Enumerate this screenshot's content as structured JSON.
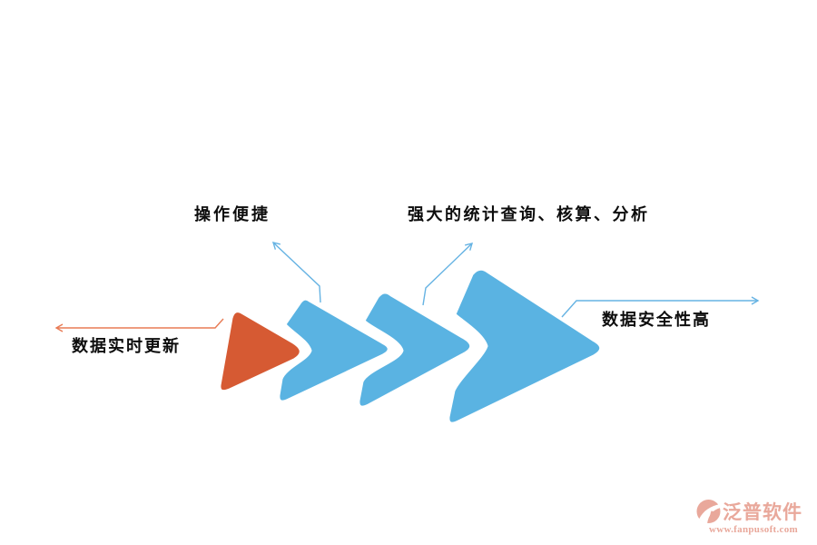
{
  "diagram": {
    "type": "chevron-process",
    "direction": "right",
    "items": [
      {
        "label": "数据实时更新",
        "shape": "rounded-triangle",
        "color": "#d65a33",
        "connector": "left"
      },
      {
        "label": "操作便捷",
        "shape": "chevron",
        "color": "#5ab3e2",
        "connector": "up-left"
      },
      {
        "label": "强大的统计查询、核算、分析",
        "shape": "chevron",
        "color": "#5ab3e2",
        "connector": "up-right"
      },
      {
        "label": "数据安全性高",
        "shape": "chevron",
        "color": "#5ab3e2",
        "connector": "right"
      }
    ]
  },
  "colors": {
    "orange": "#d65a33",
    "blue": "#5ab3e2",
    "orange_line": "#e87b55",
    "blue_line": "#66b3e3",
    "watermark": "#e9a89b",
    "text": "#0d0d0d",
    "background": "#ffffff"
  },
  "watermark": {
    "brand": "泛普软件",
    "url": "www.fanpusoft.com"
  }
}
